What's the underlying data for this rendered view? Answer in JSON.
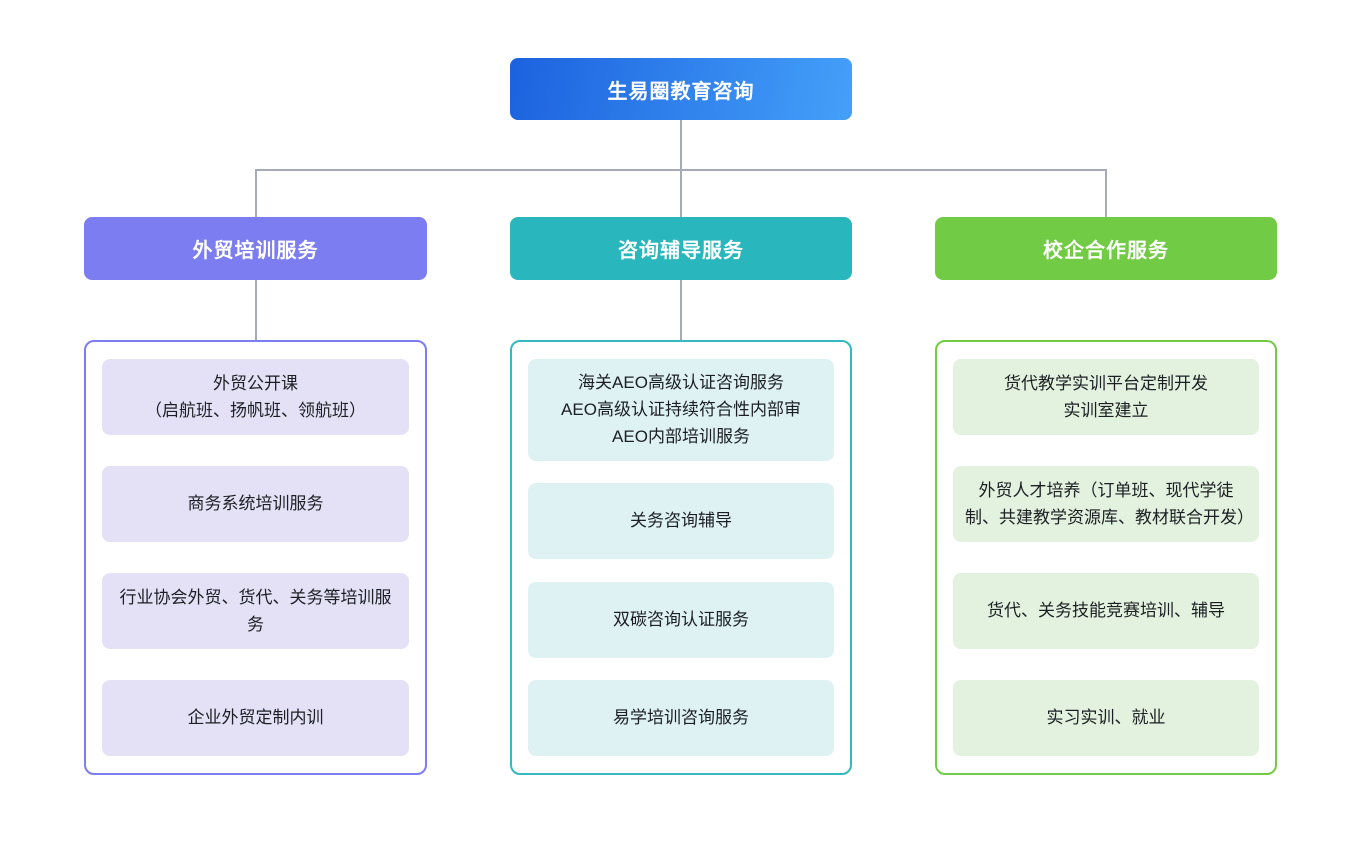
{
  "root": {
    "label": "生易圈教育咨询",
    "gradient_from": "#1c62df",
    "gradient_to": "#44a0f9",
    "text_color": "#ffffff"
  },
  "connector_color": "#a4abb5",
  "branches": [
    {
      "label": "外贸培训服务",
      "accent_color": "#7b7df0",
      "item_bg_color": "#e4e1f7",
      "items": [
        "外贸公开课\n（启航班、扬帆班、领航班）",
        "商务系统培训服务",
        "行业协会外贸、货代、关务等培训服务",
        "企业外贸定制内训"
      ]
    },
    {
      "label": "咨询辅导服务",
      "accent_color": "#29b6bd",
      "item_bg_color": "#def1f3",
      "items": [
        "海关AEO高级认证咨询服务\nAEO高级认证持续符合性内部审\nAEO内部培训服务",
        "关务咨询辅导",
        "双碳咨询认证服务",
        "易学培训咨询服务"
      ]
    },
    {
      "label": "校企合作服务",
      "accent_color": "#72cb45",
      "item_bg_color": "#e3f2df",
      "items": [
        "货代教学实训平台定制开发\n实训室建立",
        "外贸人才培养（订单班、现代学徒制、共建教学资源库、教材联合开发）",
        "货代、关务技能竞赛培训、辅导",
        "实习实训、就业"
      ]
    }
  ]
}
